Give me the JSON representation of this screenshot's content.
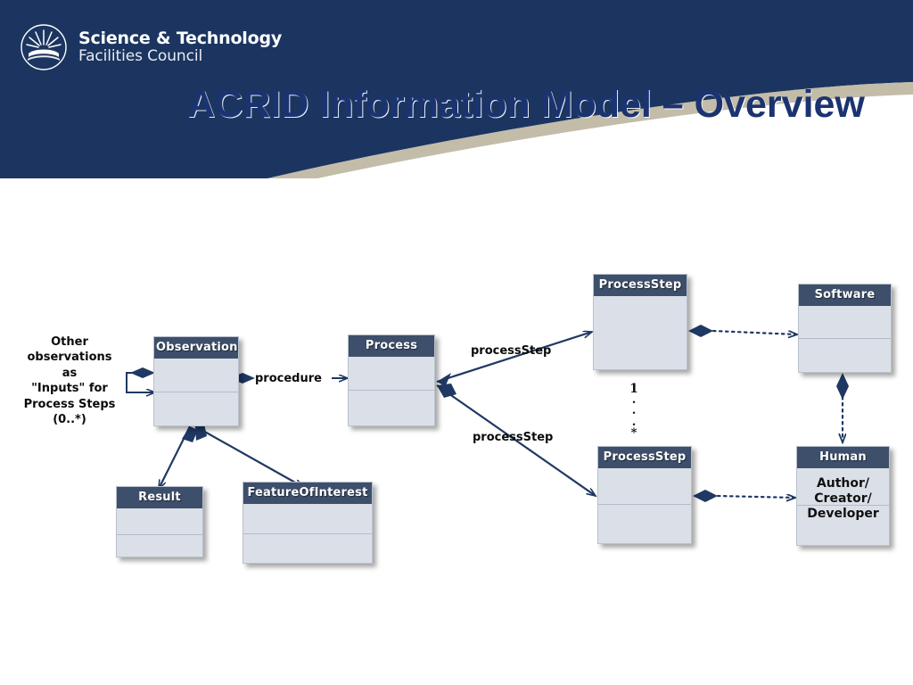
{
  "banner": {
    "org_line1": "Science & Technology",
    "org_line2": "Facilities Council",
    "logo_icon": "sunburst-logo-icon",
    "bg_color": "#1b3560",
    "accent_color": "#b9b09a"
  },
  "slide": {
    "title": "ACRID Information Model – Overview",
    "title_color": "#1b3370"
  },
  "diagram": {
    "type": "uml-class-diagram",
    "header_color": "#3d4f6b",
    "body_color": "#dbe0e8",
    "edge_color": "#1f3864",
    "classes": [
      {
        "id": "observation",
        "name": "Observation",
        "body_text": ""
      },
      {
        "id": "process",
        "name": "Process",
        "body_text": ""
      },
      {
        "id": "result",
        "name": "Result",
        "body_text": ""
      },
      {
        "id": "featureofinterest",
        "name": "FeatureOfInterest",
        "body_text": ""
      },
      {
        "id": "processstep_top",
        "name": "ProcessStep",
        "body_text": ""
      },
      {
        "id": "processstep_bot",
        "name": "ProcessStep",
        "body_text": ""
      },
      {
        "id": "software",
        "name": "Software",
        "body_text": ""
      },
      {
        "id": "human",
        "name": "Human",
        "body_text": "Author/\nCreator/\nDeveloper"
      }
    ],
    "edge_labels": {
      "procedure": "procedure",
      "process_step_top": "processStep",
      "process_step_bottom": "processStep"
    },
    "notes": {
      "inputs_note": "Other\nobservations\nas\n\"Inputs\" for\nProcess Steps\n(0..*)"
    },
    "multiplicity": {
      "upper": "1",
      "lower": "*"
    }
  }
}
